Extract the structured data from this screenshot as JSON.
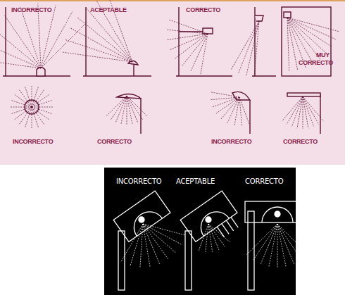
{
  "diagram": {
    "labels": [
      "INCORRECTO",
      "ACEPTABLE",
      "CORRECTO",
      "MUY CORRECTO",
      "INCORRECTO",
      "CORRECTO",
      "INCORRECTO",
      "CORRECTO",
      "INCORRECTO",
      "ACEPTABLE",
      "CORRECTO"
    ]
  }
}
